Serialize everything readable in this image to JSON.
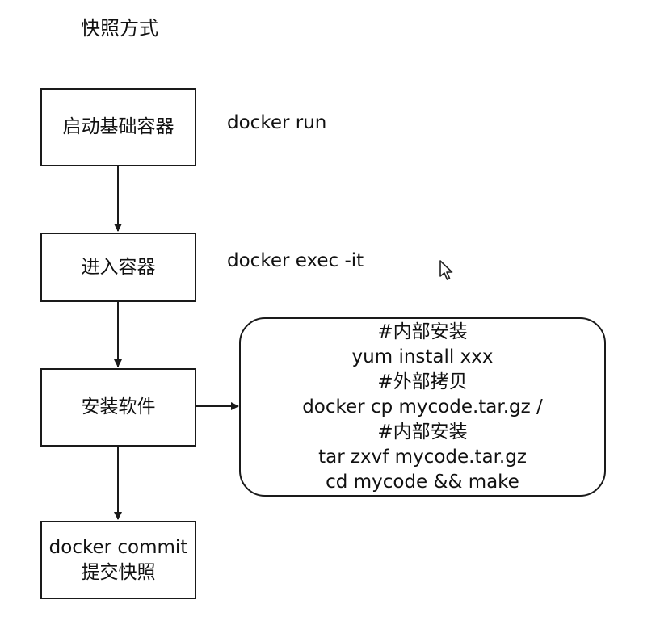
{
  "title": "快照方式",
  "steps": [
    {
      "label": "启动基础容器",
      "command": "docker run"
    },
    {
      "label": "进入容器",
      "command": "docker exec -it"
    },
    {
      "label": "安装软件"
    },
    {
      "lines": [
        "docker commit",
        "提交快照"
      ]
    }
  ],
  "install_notes": [
    "#内部安装",
    "yum install xxx",
    "#外部拷贝",
    "docker cp mycode.tar.gz /",
    "#内部安装",
    "tar zxvf mycode.tar.gz",
    "cd mycode && make"
  ],
  "icons": {
    "cursor": "mouse-pointer-icon"
  },
  "colors": {
    "stroke": "#1a1a1a",
    "background": "#ffffff"
  }
}
